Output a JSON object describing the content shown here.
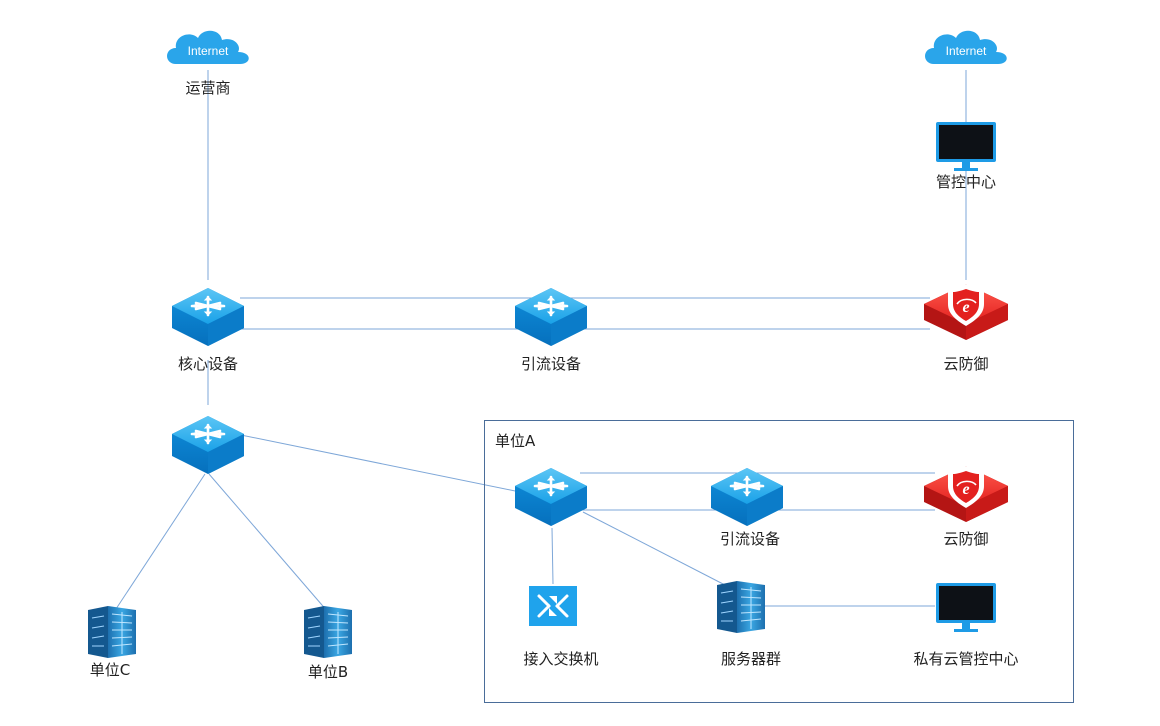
{
  "clouds": {
    "left_text": "Internet",
    "right_text": "Internet"
  },
  "labels": {
    "isp": "运营商",
    "mgmt_center": "管控中心",
    "core_device": "核心设备",
    "diversion_device": "引流设备",
    "cloud_defense": "云防御",
    "unit_a_title": "单位A",
    "unit_a_diversion": "引流设备",
    "unit_a_defense": "云防御",
    "access_switch": "接入交换机",
    "server_cluster": "服务器群",
    "private_mgmt": "私有云管控中心",
    "unit_c": "单位C",
    "unit_b": "单位B"
  },
  "colors": {
    "line": "#7ea7d8",
    "switch_top": "#2eb0ee",
    "switch_side": "#0a86d4",
    "firewall": "#e3211f",
    "monitor_frame": "#1e9be6",
    "box_border": "#4a6d99"
  },
  "icons": {
    "cloud": "cloud-icon",
    "switch": "network-switch-icon",
    "firewall": "cloud-defense-shield-icon",
    "monitor": "monitor-icon",
    "server": "server-rack-icon",
    "access_switch": "access-switch-icon"
  }
}
